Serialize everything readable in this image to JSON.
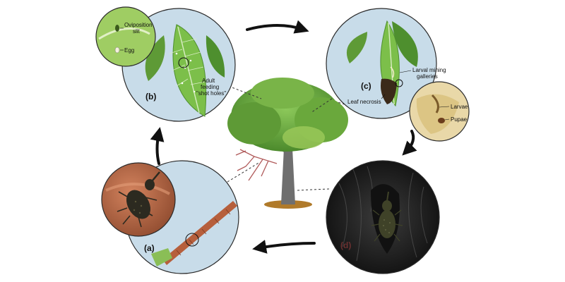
{
  "panels": {
    "a": {
      "label": "(a)"
    },
    "b": {
      "label": "(b)",
      "oviposition_1": "Oviposition",
      "oviposition_2": "slit",
      "egg": "Egg",
      "feeding_1": "Adult",
      "feeding_2": "feeding",
      "feeding_3": "\"shot holes\""
    },
    "c": {
      "label": "(c)",
      "galleries_1": "Larval mining",
      "galleries_2": "galleries",
      "necrosis": "Leaf necrosis",
      "larvae": "Larvae",
      "pupae": "Pupae"
    },
    "d": {
      "label": "(d)"
    }
  },
  "colors": {
    "bubble_fill": "#c8dce9",
    "bubble_stroke": "#2b2b2b",
    "leaf": "#7cbf4a",
    "leaf_dark": "#4e8f2e",
    "bark": "#2a2a2a",
    "arrow": "#111111"
  },
  "icons": [
    "weevil-icon",
    "leaf-icon",
    "tree-icon",
    "cycle-arrow-icon"
  ]
}
